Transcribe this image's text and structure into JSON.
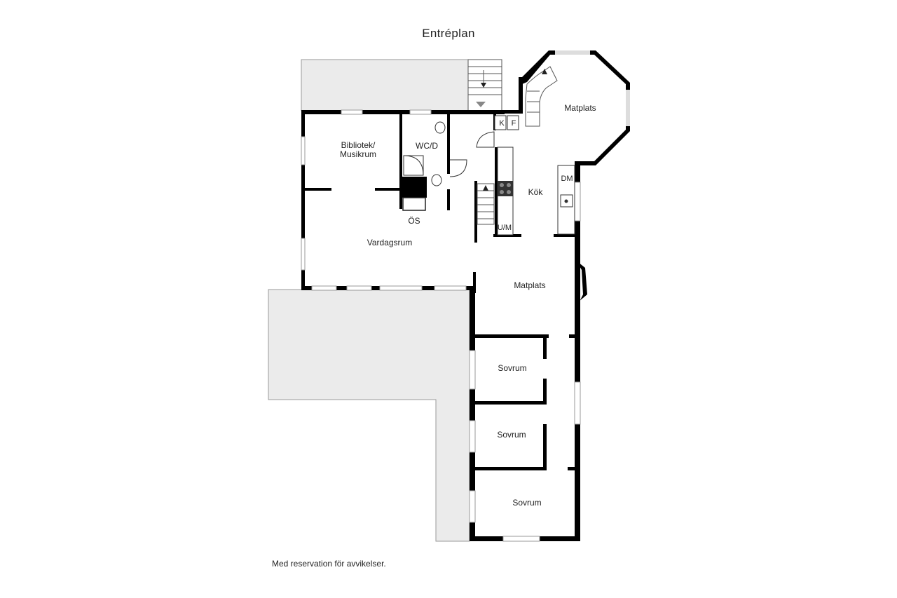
{
  "title": "Entréplan",
  "disclaimer": "Med reservation för avvikelser.",
  "rooms": {
    "bibliotek": [
      "Bibliotek/",
      "Musikrum"
    ],
    "wc": "WC/D",
    "os": "ÖS",
    "vardagsrum": "Vardagsrum",
    "kok": "Kök",
    "matplats_top": "Matplats",
    "matplats_mid": "Matplats",
    "sovrum_1": "Sovrum",
    "sovrum_2": "Sovrum",
    "sovrum_3": "Sovrum"
  },
  "fixtures": {
    "k": "K",
    "f": "F",
    "dm": "DM",
    "um": "U/M"
  },
  "colors": {
    "wall": "#000000",
    "terrace": "#ebebeb",
    "terrace_edge": "#9a9a9a",
    "window": "#bfbfbf",
    "fixture_line": "#333333"
  }
}
